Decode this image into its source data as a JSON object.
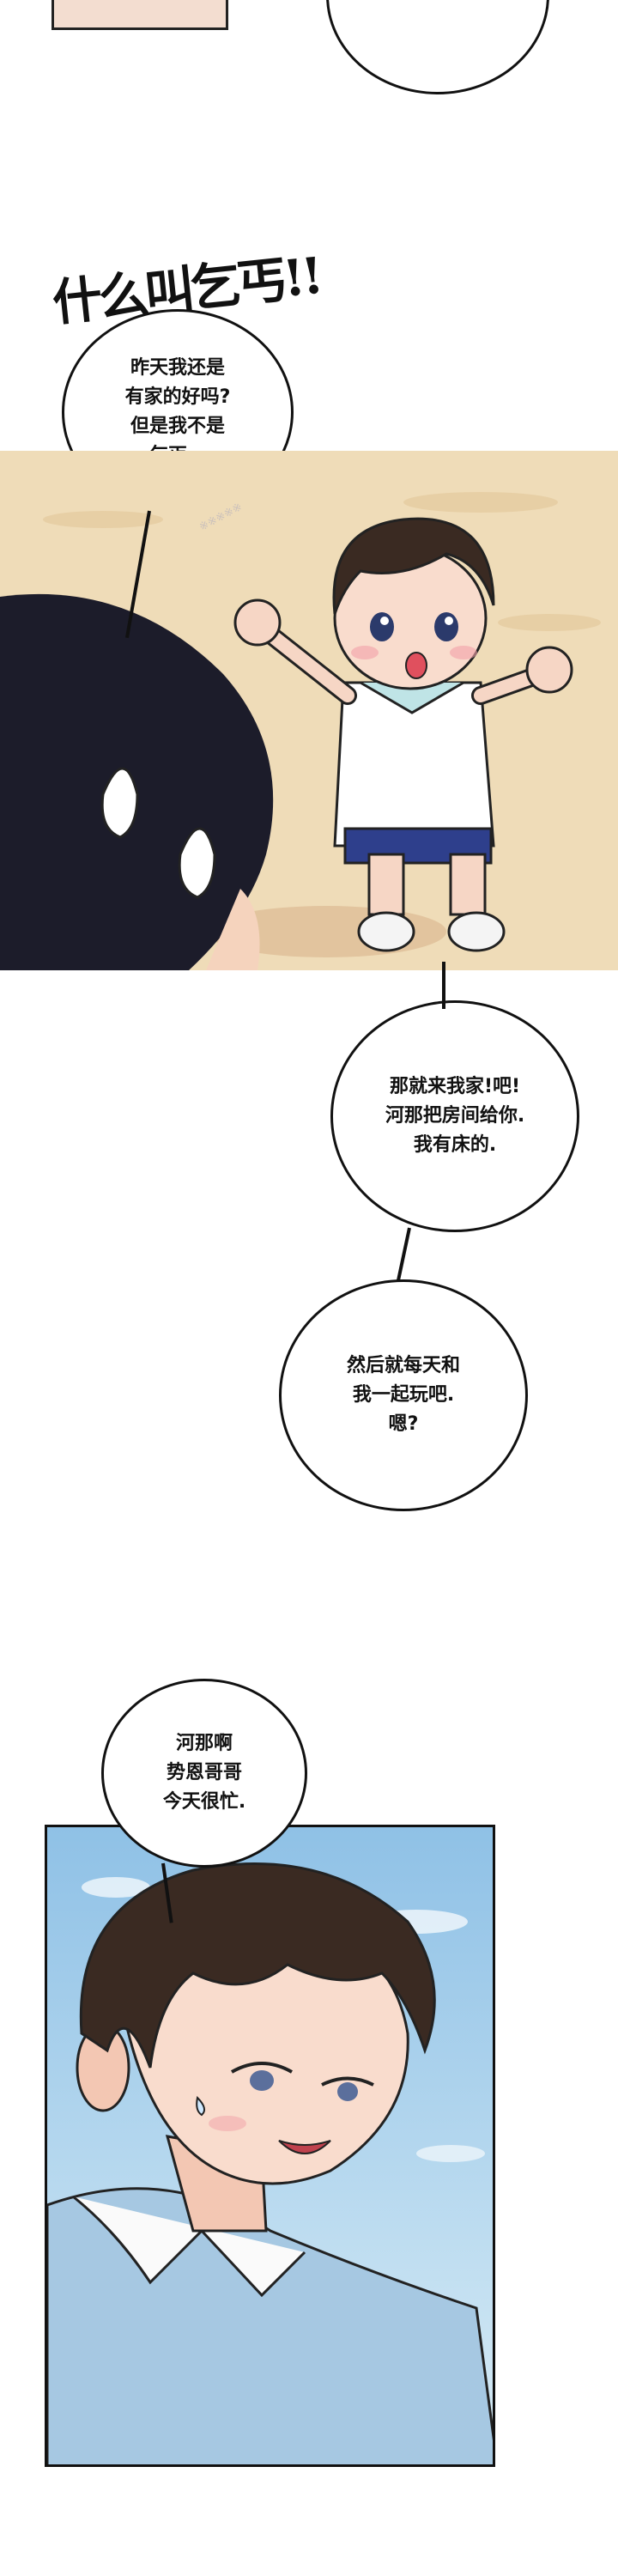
{
  "sfx": {
    "shout": "什么叫乞丐!!"
  },
  "bubbles": [
    {
      "text": "昨天我还是\n有家的好吗?\n但是我不是\n乞丐…"
    },
    {
      "text": "那就来我家!吧!\n河那把房间给你.\n我有床的."
    },
    {
      "text": "然后就每天和\n我一起玩吧.\n嗯?"
    },
    {
      "text": "河那啊\n势恩哥哥\n今天很忙."
    }
  ],
  "colors": {
    "sand": "#efdcb8",
    "sky": "#a9d0ec",
    "hair": "#3a2a22",
    "dark_hair": "#1c1c2a"
  }
}
